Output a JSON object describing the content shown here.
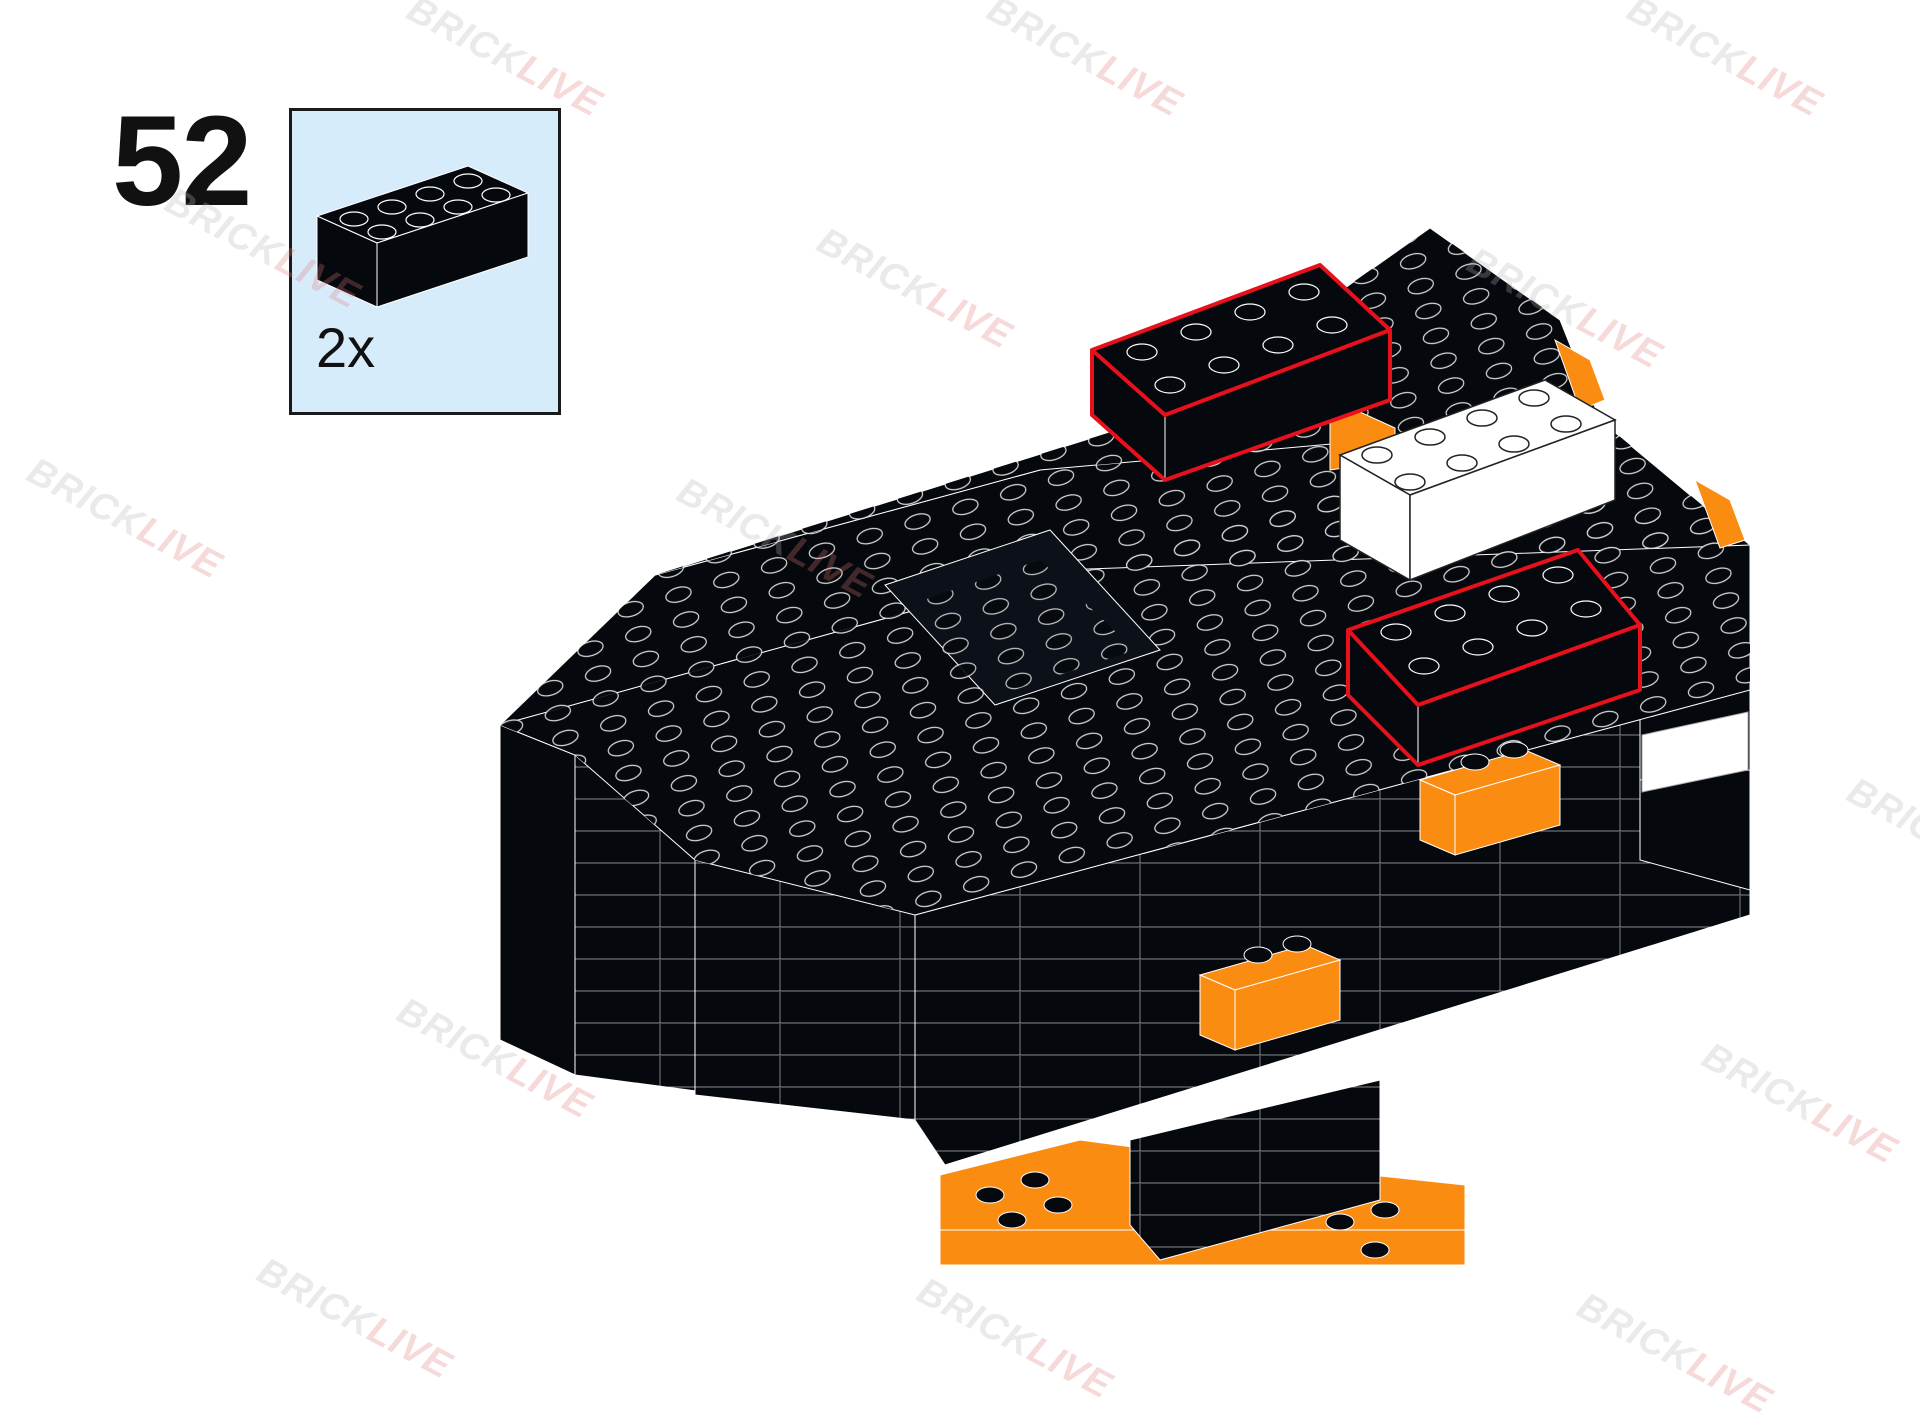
{
  "step": {
    "number": "52"
  },
  "parts_callout": {
    "quantity": "2x",
    "part": "black 2x4 brick"
  },
  "watermark": {
    "word1": "BRICK",
    "word2": "LIVE"
  },
  "colors": {
    "black_brick": "#05080d",
    "orange_brick": "#fb8c12",
    "white_brick": "#ffffff",
    "highlight": "#e8101a",
    "callout_bg": "#d6ecfb"
  }
}
